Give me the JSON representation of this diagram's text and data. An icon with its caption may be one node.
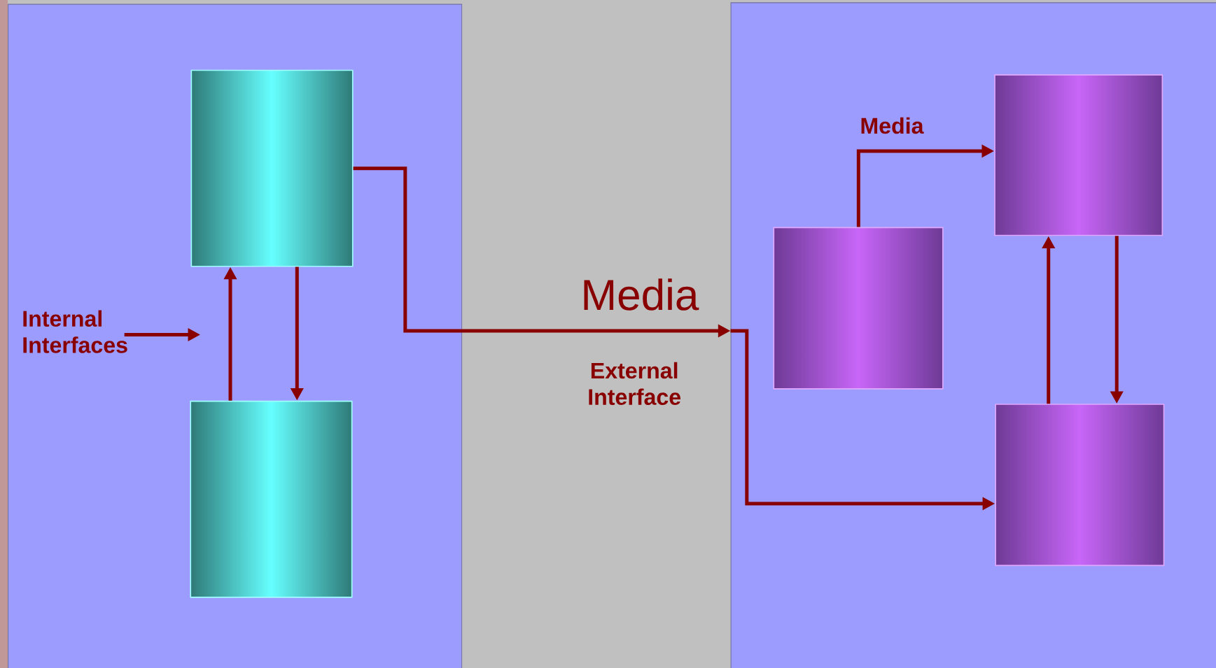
{
  "diagram": {
    "nodes": [
      {
        "text": [],
        "shape": "box"
      },
      {
        "text": [],
        "shape": "box"
      },
      {
        "text": [],
        "shape": "box",
        "in": 0
      },
      {
        "text": [],
        "shape": "box",
        "in": 0
      },
      {
        "text": [],
        "shape": "box",
        "in": 1
      },
      {
        "text": [],
        "shape": "box",
        "in": 1
      },
      {
        "text": [],
        "shape": "box",
        "in": 1
      },
      {
        "text": [
          "Internal Interfaces"
        ],
        "in": 0
      }
    ],
    "edges": [
      {
        "from": 2,
        "to": 1,
        "arrow": "to",
        "label": "Media"
      },
      {
        "from": 1,
        "to": 6,
        "arrow": "to"
      },
      {
        "from": 3,
        "to": 2,
        "arrow": "to"
      },
      {
        "from": 2,
        "to": 3,
        "arrow": "to"
      },
      {
        "from": 4,
        "to": 5,
        "arrow": "to",
        "label": "Media"
      },
      {
        "from": 6,
        "to": 5,
        "arrow": "to"
      },
      {
        "from": 5,
        "to": 6,
        "arrow": "to"
      },
      {
        "from": 7,
        "to": null,
        "arrow": "to"
      }
    ],
    "labels": [
      "External Interface"
    ]
  }
}
